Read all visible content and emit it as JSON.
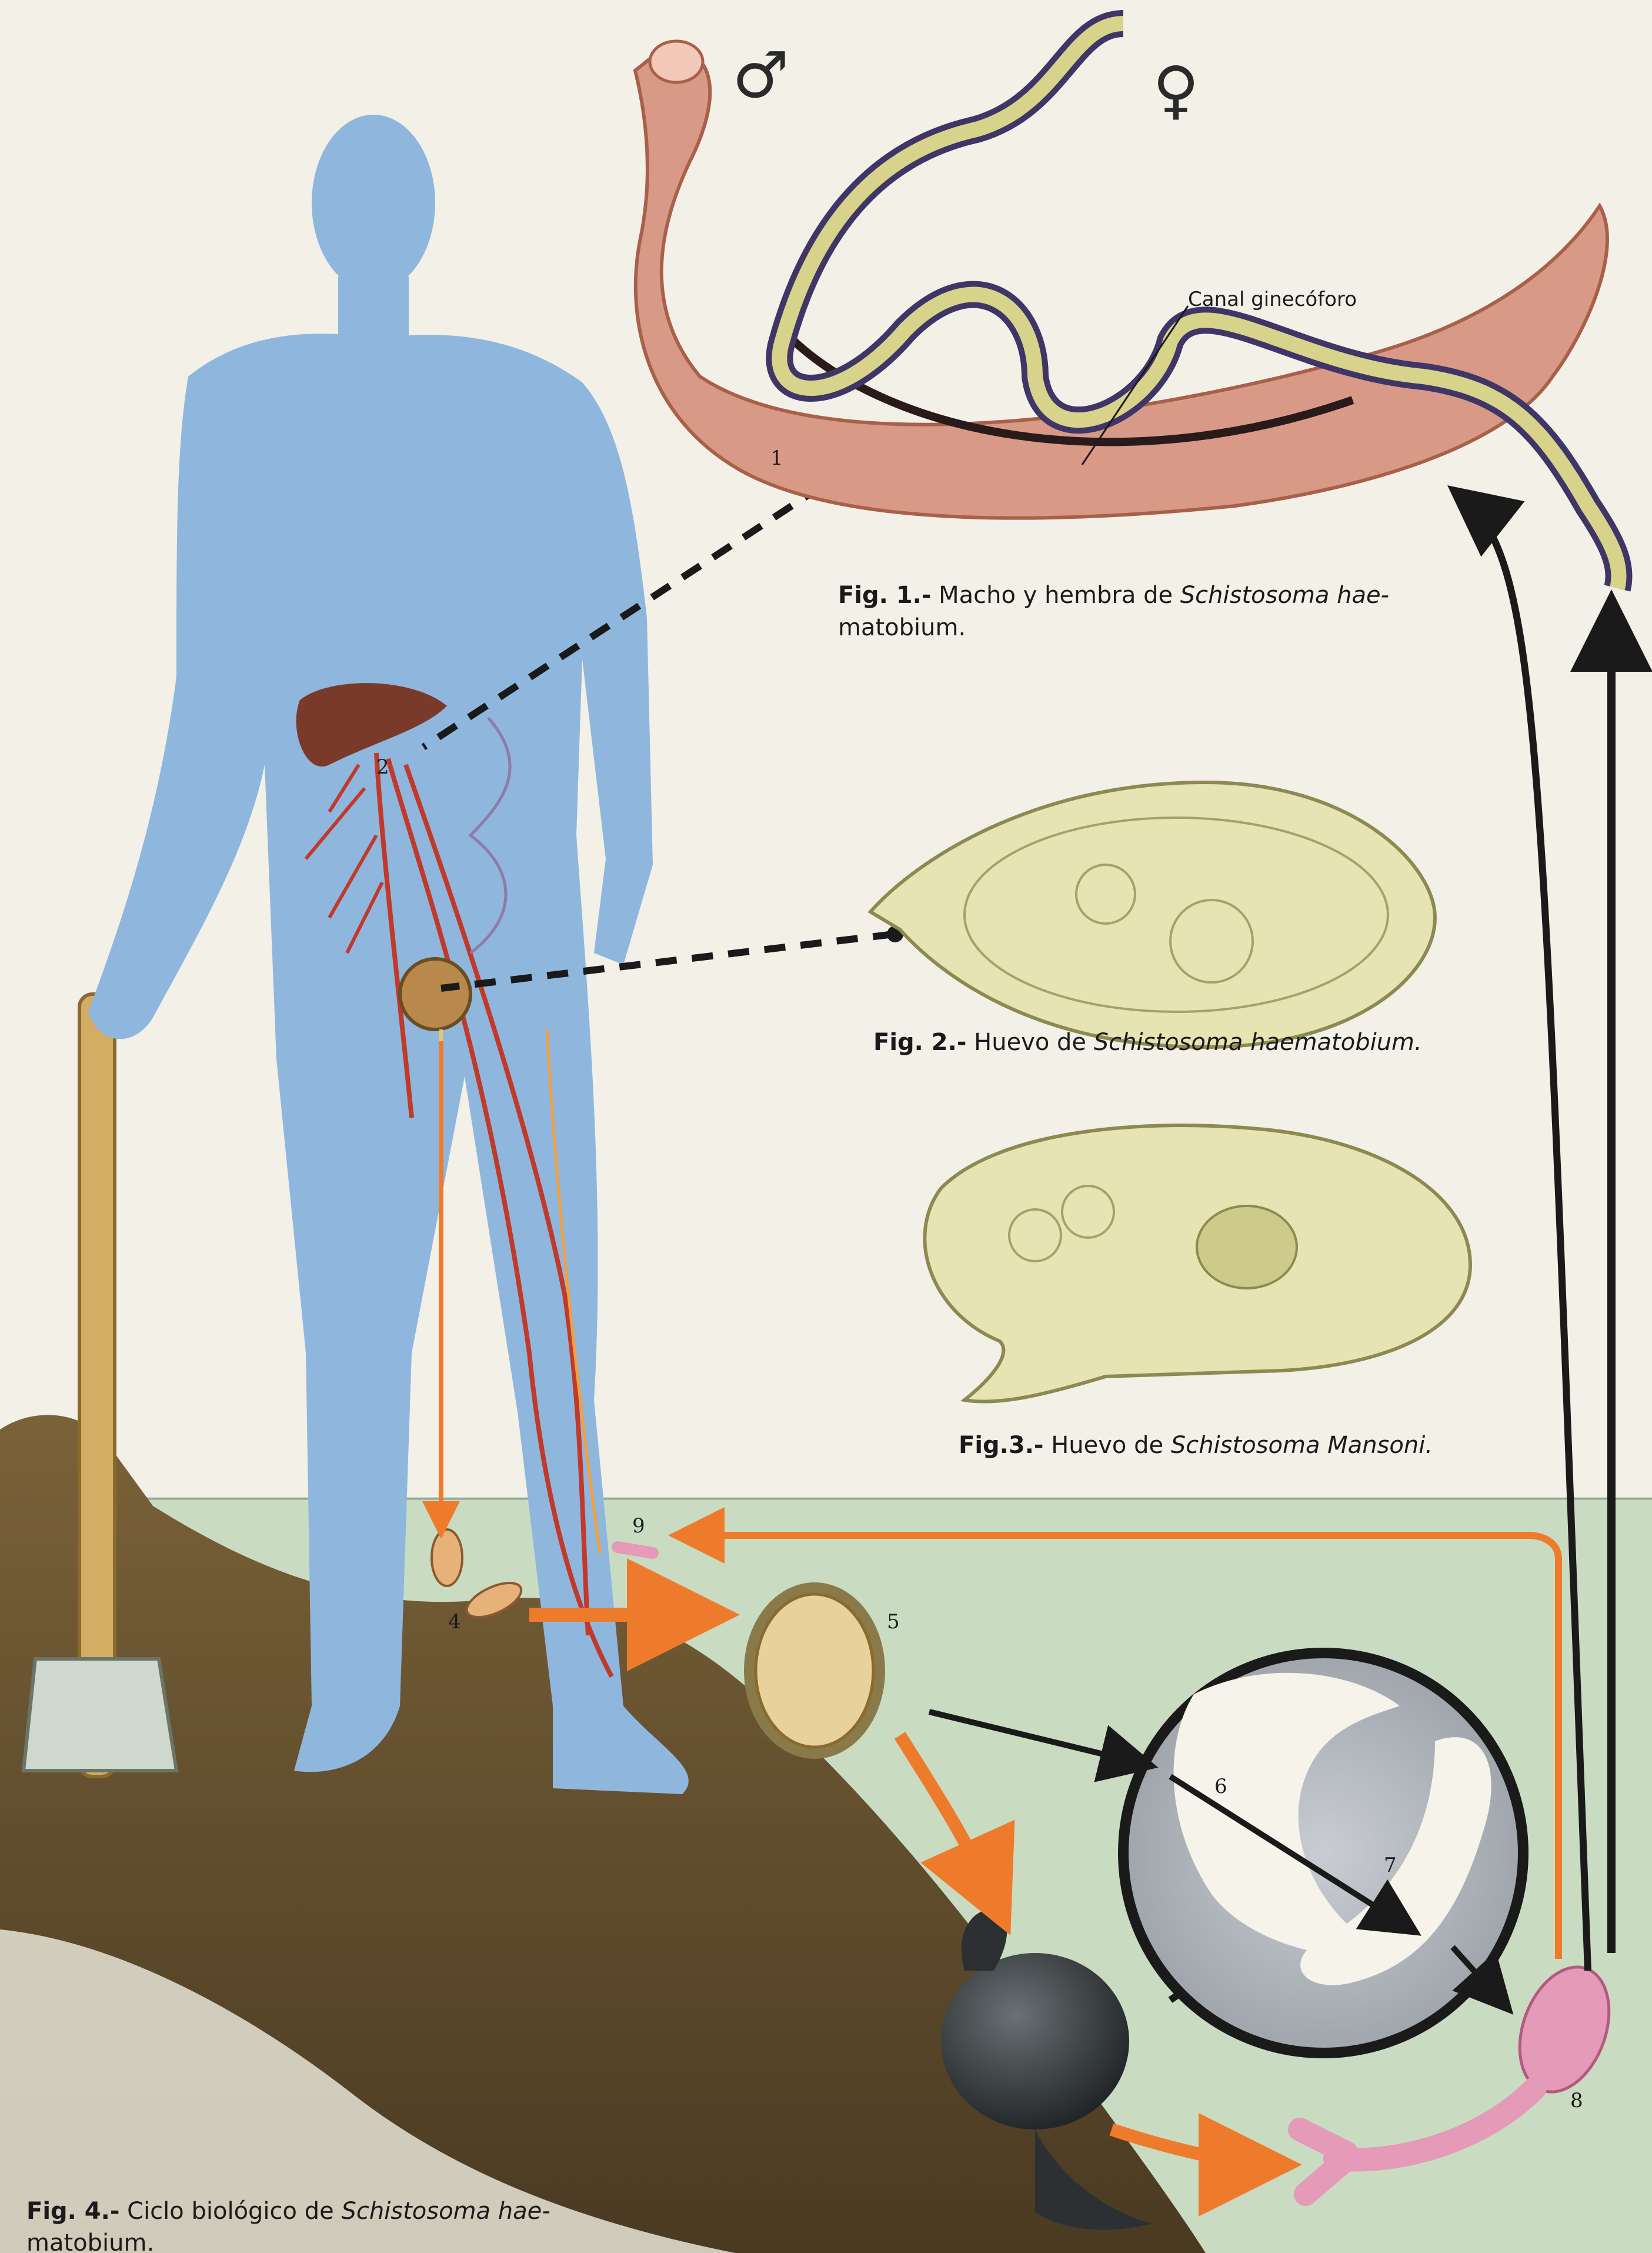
{
  "symbols": {
    "male": "♂",
    "female": "♀"
  },
  "labels": {
    "canal": "Canal ginecóforo",
    "n1": "1",
    "n2": "2",
    "n4": "4",
    "n5": "5",
    "n6": "6",
    "n7": "7",
    "n8": "8",
    "n9": "9"
  },
  "fig1": {
    "num": "Fig. 1.-",
    "text": " Macho y hembra de  ",
    "species_a": "Schistosoma hae-",
    "species_b": "matobium."
  },
  "fig2": {
    "num": "Fig. 2.-",
    "text": " Huevo de ",
    "species": "Schistosoma haematobium."
  },
  "fig3": {
    "num": "Fig.3.-",
    "text": " Huevo de ",
    "species": "Schistosoma Mansoni."
  },
  "fig4": {
    "num": "Fig. 4.-",
    "text": " Ciclo biológico de ",
    "species_a": "Schistosoma hae-",
    "species_b": "matobium."
  },
  "colors": {
    "paper": "#f3f0e8",
    "human": "#8fb7dd",
    "water": "#c9dcc2",
    "ground": "#6b5432",
    "worm_male": "#d89a86",
    "worm_female": "#d8d38a",
    "egg": "#e6e4b2",
    "snail": "#2c3032",
    "cercaria": "#e59ab7",
    "veins": "#c0392b",
    "arrow_orange": "#ee7b2c"
  }
}
